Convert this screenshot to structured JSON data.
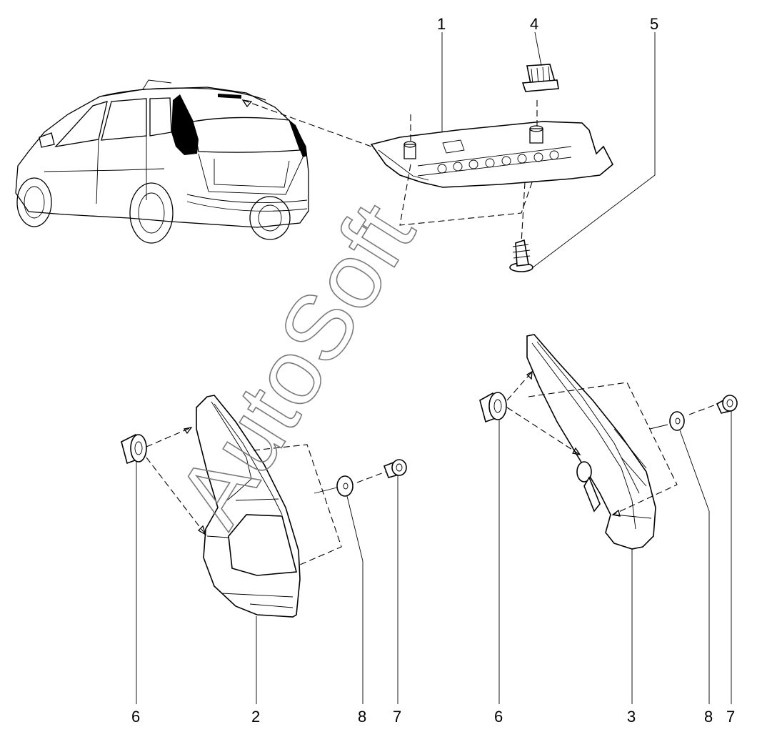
{
  "watermark": "AutoSoft",
  "callouts": {
    "c1": "1",
    "c2": "2",
    "c3": "3",
    "c4": "4",
    "c5": "5",
    "c6_left": "6",
    "c6_right": "6",
    "c7_left": "7",
    "c7_right": "7",
    "c8_left": "8",
    "c8_right": "8"
  }
}
